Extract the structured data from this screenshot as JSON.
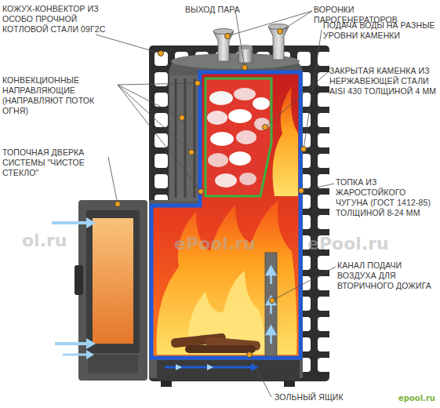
{
  "diagram": {
    "labels": [
      "КОЖУХ-КОНВЕКТОР ИЗ ОСОБО ПРОЧНОЙ КОТЛОВОЙ СТАЛИ 09Г2С",
      "ВЫХОД ПАРА",
      "ВОРОНКИ ПАРОГЕНЕРАТОРОВ",
      "ПОДАЧА ВОДЫ НА РАЗНЫЕ УРОВНИ КАМЕНКИ",
      "КОНВЕКЦИОННЫЕ НАПРАВЛЯЮЩИЕ (НАПРАВЛЯЮТ ПОТОК ОГНЯ)",
      "ЗАКРЫТАЯ КАМЕНКА ИЗ НЕРЖАВЕЮЩЕЙ СТАЛИ AISI 430 ТОЛЩИНОЙ 4 ММ",
      "ТОПОЧНАЯ ДВЕРКА СИСТЕМЫ \"ЧИСТОЕ СТЕКЛО\"",
      "ТОПКА ИЗ ЖАРОСТОЙКОГО ЧУГУНА (ГОСТ 1412-85) ТОЛЩИНОЙ 8-24 ММ",
      "КАНАЛ ПОДАЧИ ВОЗДУХА ДЛЯ ВТОРИЧНОГО ДОЖИГА",
      "ЗОЛЬНЫЙ ЯЩИК",
      "ol.ru",
      "ePool.ru",
      "ePool.ru",
      "epool.ru"
    ]
  }
}
